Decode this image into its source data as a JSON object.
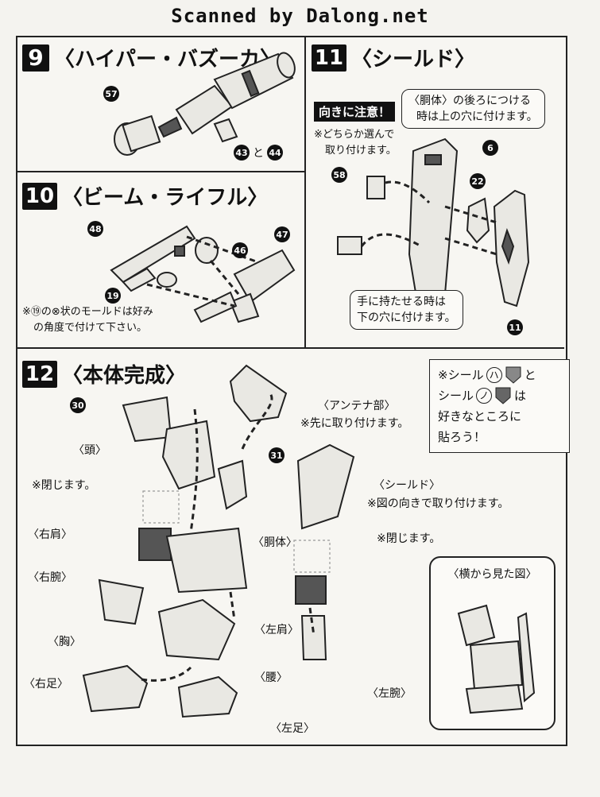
{
  "watermark": "Scanned by Dalong.net",
  "step9": {
    "number": "9",
    "title": "〈ハイパー・バズーカ〉",
    "part_a": "57",
    "part_b": "43",
    "joiner": "と",
    "part_c": "44"
  },
  "step10": {
    "number": "10",
    "title": "〈ビーム・ライフル〉",
    "parts": [
      "48",
      "46",
      "47",
      "19"
    ],
    "note_line1": "※⑲の⊗状のモールドは好み",
    "note_line2": "の角度で付けて下さい。"
  },
  "step11": {
    "number": "11",
    "title": "〈シールド〉",
    "caution": "向きに注意！",
    "choose_line1": "※どちらか選んで",
    "choose_line2": "取り付けます。",
    "back_line1": "〈胴体〉の後ろにつける",
    "back_line2": "時は上の穴に付けます。",
    "hand_line1": "手に持たせる時は",
    "hand_line2": "下の穴に付けます。",
    "parts": [
      "6",
      "22",
      "58",
      "11"
    ]
  },
  "step12": {
    "number": "12",
    "title": "〈本体完成〉",
    "seal_line1": "※シール",
    "seal_h": "ハ",
    "seal_to": "と",
    "seal_line2": "シール",
    "seal_no": "ノ",
    "seal_wa": "は",
    "seal_line3": "好きなところに",
    "seal_line4": "貼ろう！",
    "antenna": "〈アンテナ部〉",
    "antenna_note": "※先に取り付けます。",
    "head": "〈頭〉",
    "close_left": "※閉じます。",
    "close_right": "※閉じます。",
    "shield": "〈シールド〉",
    "shield_note": "※図の向きで取り付けます。",
    "right_shoulder": "〈右肩〉",
    "right_arm": "〈右腕〉",
    "torso": "〈胴体〉",
    "left_shoulder": "〈左肩〉",
    "chest": "〈胸〉",
    "waist": "〈腰〉",
    "left_arm": "〈左腕〉",
    "right_leg": "〈右足〉",
    "left_leg": "〈左足〉",
    "side_view": "〈横から見た図〉",
    "parts": [
      "30",
      "31"
    ]
  }
}
